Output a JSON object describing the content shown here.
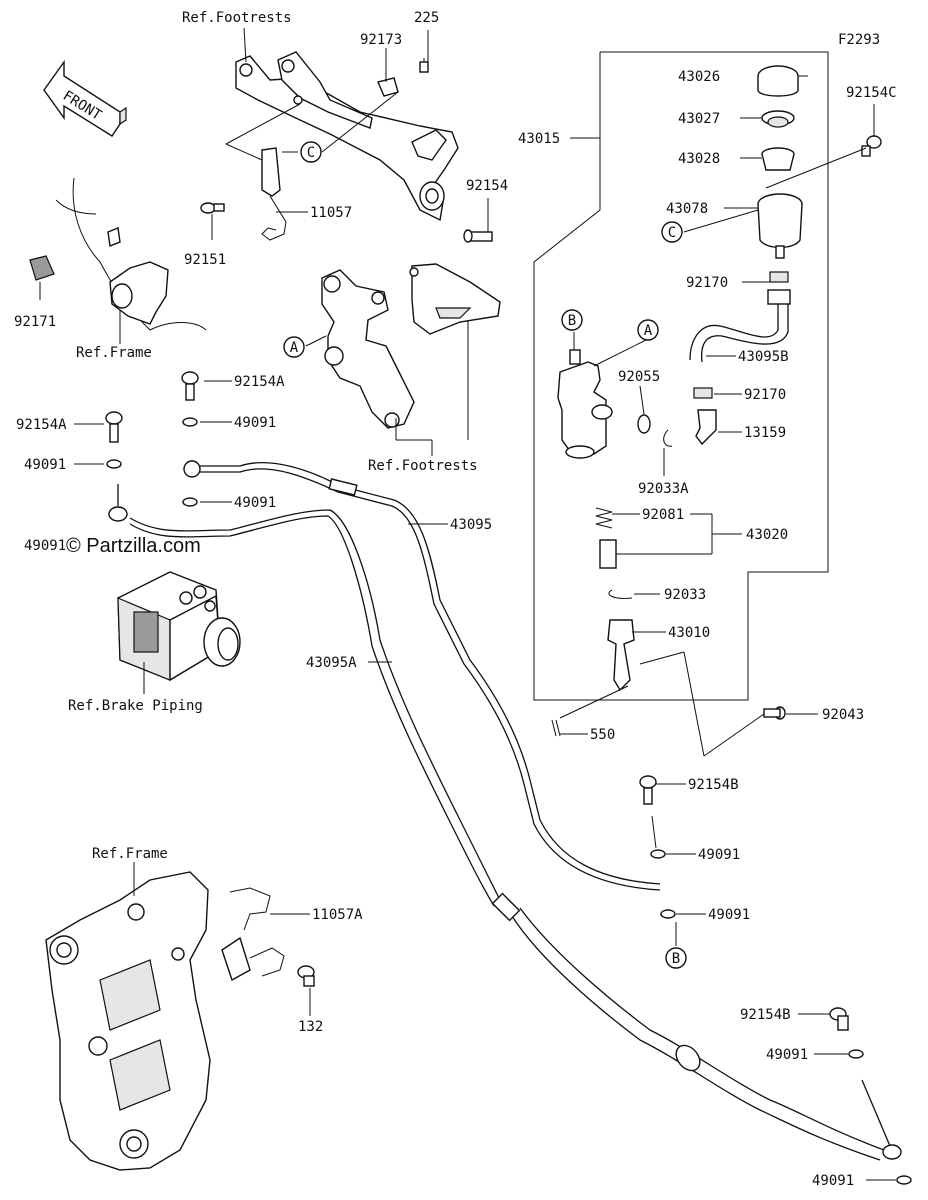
{
  "diagram_code": "F2293",
  "watermark": "© Partzilla.com",
  "front_arrow": {
    "text": "FRONT"
  },
  "refs": {
    "footrests_top": "Ref.Footrests",
    "footrests_mid": "Ref.Footrests",
    "frame_top": "Ref.Frame",
    "brake_piping": "Ref.Brake Piping",
    "frame_bottom": "Ref.Frame"
  },
  "callouts": {
    "a1": "A",
    "a2": "A",
    "b1": "B",
    "b2": "B",
    "c1": "C",
    "c2": "C"
  },
  "parts": {
    "p225": "225",
    "p92173": "92173",
    "p11057": "11057",
    "p92151": "92151",
    "p92171": "92171",
    "p92154": "92154",
    "p92154A_1": "92154A",
    "p92154A_2": "92154A",
    "p49091_1": "49091",
    "p49091_2": "49091",
    "p49091_3": "49091",
    "p49091_4": "49091",
    "p49091_5": "49091",
    "p49091_6": "49091",
    "p49091_7": "49091",
    "p49091_8": "49091",
    "p43095": "43095",
    "p43095A": "43095A",
    "p43015": "43015",
    "p43026": "43026",
    "p43027": "43027",
    "p43028": "43028",
    "p43078": "43078",
    "p92154C": "92154C",
    "p92170_1": "92170",
    "p92170_2": "92170",
    "p43095B": "43095B",
    "p92055": "92055",
    "p13159": "13159",
    "p92033A": "92033A",
    "p92081": "92081",
    "p43020": "43020",
    "p92033": "92033",
    "p43010": "43010",
    "p92043": "92043",
    "p550": "550",
    "p92154B_1": "92154B",
    "p92154B_2": "92154B",
    "p11057A": "11057A",
    "p132": "132"
  }
}
